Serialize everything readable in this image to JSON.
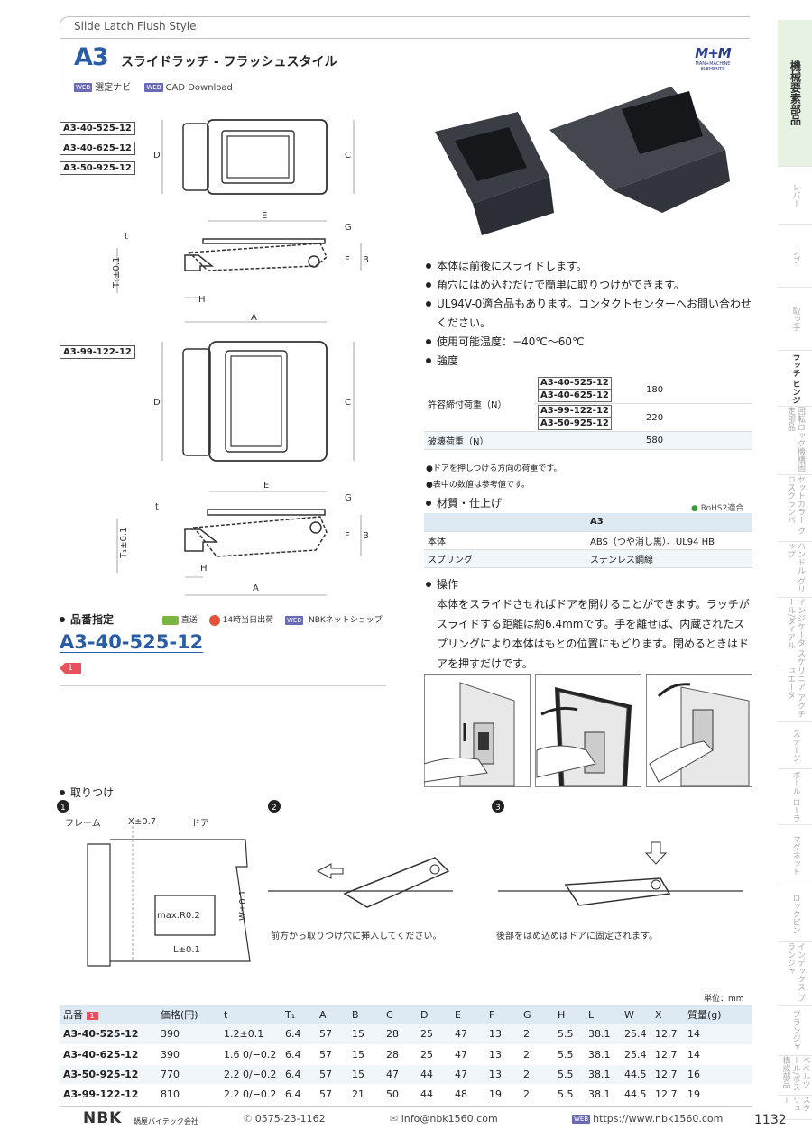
{
  "header": {
    "en_title": "Slide Latch Flush Style",
    "code": "A3",
    "jp_title": "スライドラッチ - フラッシュスタイル",
    "logo_text": "M+M",
    "logo_sub": "MAN+MACHINE ELEMENTS",
    "web_badge": "WEB",
    "link1": "選定ナビ",
    "link2": "CAD Download"
  },
  "sidebar": {
    "items": [
      {
        "label": "機械要素部品"
      },
      {
        "label": "レバー"
      },
      {
        "label": "ノブ"
      },
      {
        "label": "取っ手"
      },
      {
        "label": "ラッチ ヒンジ"
      },
      {
        "label": "回転ロック機構固定部品"
      },
      {
        "label": "セットカラー クロスクランパ"
      },
      {
        "label": "ハンドル グリップ"
      },
      {
        "label": "インジケータ スケール/ダイアル"
      },
      {
        "label": "リニア アクチュエータ"
      },
      {
        "label": "ステージ"
      },
      {
        "label": "ボール ローラ"
      },
      {
        "label": "マグネット"
      },
      {
        "label": "ロックピン"
      },
      {
        "label": "インデックス プランジャ"
      },
      {
        "label": "プランジャ"
      },
      {
        "label": "ベベルツール/ボス構成部品"
      },
      {
        "label": "スクリュー"
      }
    ]
  },
  "drawings": {
    "group1": [
      "A3-40-525-12",
      "A3-40-625-12",
      "A3-50-925-12"
    ],
    "group2": [
      "A3-99-122-12"
    ],
    "dims": {
      "D": "D",
      "C": "C",
      "E": "E",
      "G": "G",
      "F": "F",
      "B": "B",
      "t": "t",
      "T1": "T₁±0.1",
      "H": "H",
      "A": "A"
    }
  },
  "features": [
    "本体は前後にスライドします。",
    "角穴にはめ込むだけで簡単に取りつけができます。",
    "UL94V-0適合品もあります。コンタクトセンターへお問い合わせください。",
    "使用可能温度：−40℃〜60℃",
    "強度"
  ],
  "strength": {
    "row1_label": "許容締付荷重（N）",
    "row1_parts_a": [
      "A3-40-525-12",
      "A3-40-625-12"
    ],
    "row1_value_a": "180",
    "row1_parts_b": [
      "A3-99-122-12",
      "A3-50-925-12"
    ],
    "row1_value_b": "220",
    "row2_label": "破壊荷重（N）",
    "row2_value": "580"
  },
  "notes": [
    "●ドアを押しつける方向の荷重です。",
    "●表中の数値は参考値です。"
  ],
  "material": {
    "heading": "材質・仕上げ",
    "rohs": "RoHS2適合",
    "col": "A3",
    "rows": [
      {
        "name": "本体",
        "value": "ABS（つや消し黒）、UL94 HB"
      },
      {
        "name": "スプリング",
        "value": "ステンレス鋼線"
      }
    ]
  },
  "operation": {
    "heading": "操作",
    "text": "本体をスライドさせればドアを開けることができます。ラッチがスライドする距離は約6.4mmです。手を離せば、内蔵されたスプリングにより本体はもとの位置にもどります。閉めるときはドアを押すだけです。"
  },
  "ordering": {
    "heading": "品番指定",
    "icon1": "直送",
    "icon2": "14時当日出荷",
    "icon3": "NBKネットショップ",
    "code": "A3-40-525-12",
    "tag": "1"
  },
  "mounting": {
    "heading": "取りつけ",
    "step1": "1",
    "step2": "2",
    "step3": "3",
    "frame": "フレーム",
    "x": "X±0.7",
    "door": "ドア",
    "radius": "max.R0.2",
    "w": "W±0.1",
    "l": "L±0.1",
    "caption2": "前方から取りつけ穴に挿入してください。",
    "caption3": "後部をはめ込めばドアに固定されます。"
  },
  "table": {
    "unit": "単位：mm",
    "headers": [
      "品番",
      "価格(円)",
      "t",
      "T₁",
      "A",
      "B",
      "C",
      "D",
      "E",
      "F",
      "G",
      "H",
      "L",
      "W",
      "X",
      "質量(g)"
    ],
    "tag": "1",
    "rows": [
      [
        "A3-40-525-12",
        "390",
        "1.2±0.1",
        "6.4",
        "57",
        "15",
        "28",
        "25",
        "47",
        "13",
        "2",
        "5.5",
        "38.1",
        "25.4",
        "12.7",
        "14"
      ],
      [
        "A3-40-625-12",
        "390",
        "1.6 0/−0.2",
        "6.4",
        "57",
        "15",
        "28",
        "25",
        "47",
        "13",
        "2",
        "5.5",
        "38.1",
        "25.4",
        "12.7",
        "14"
      ],
      [
        "A3-50-925-12",
        "770",
        "2.2 0/−0.2",
        "6.4",
        "57",
        "15",
        "47",
        "44",
        "47",
        "13",
        "2",
        "5.5",
        "38.1",
        "44.5",
        "12.7",
        "16"
      ],
      [
        "A3-99-122-12",
        "810",
        "2.2 0/−0.2",
        "6.4",
        "57",
        "21",
        "50",
        "44",
        "48",
        "19",
        "2",
        "5.5",
        "38.1",
        "44.5",
        "12.7",
        "19"
      ]
    ]
  },
  "footer": {
    "brand": "NBK",
    "company": "鍋屋バイテック会社",
    "phone": "0575-23-1162",
    "email": "info@nbk1560.com",
    "web": "https://www.nbk1560.com",
    "page": "1132"
  }
}
